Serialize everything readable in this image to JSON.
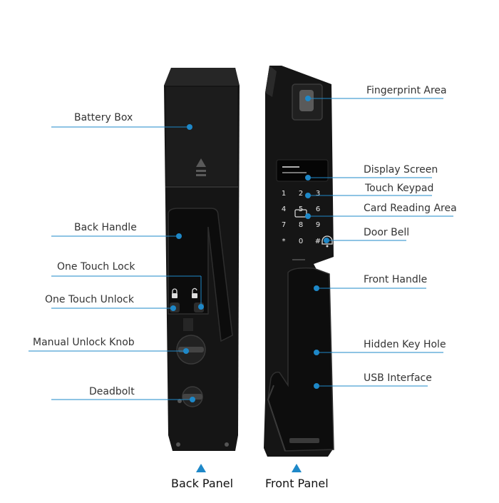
{
  "colors": {
    "accent": "#1e88c8",
    "lock_body": "#151515",
    "lock_highlight": "#3a3a3a",
    "display_text": "#e8e8e8"
  },
  "keypad_keys": [
    "1",
    "2",
    "3",
    "4",
    "5",
    "6",
    "7",
    "8",
    "9",
    "*",
    "0",
    "#"
  ],
  "callouts": {
    "battery_box": "Battery Box",
    "back_handle": "Back Handle",
    "one_touch_lock": "One Touch Lock",
    "one_touch_unlock": "One Touch Unlock",
    "manual_unlock_knob": "Manual Unlock Knob",
    "deadbolt": "Deadbolt",
    "fingerprint_area": "Fingerprint Area",
    "display_screen": "Display Screen",
    "touch_keypad": "Touch Keypad",
    "card_reading_area": "Card Reading Area",
    "door_bell": "Door Bell",
    "front_handle": "Front Handle",
    "hidden_key_hole": "Hidden Key Hole",
    "usb_interface": "USB Interface"
  },
  "captions": {
    "back_panel": "Back Panel",
    "front_panel": "Front Panel"
  }
}
